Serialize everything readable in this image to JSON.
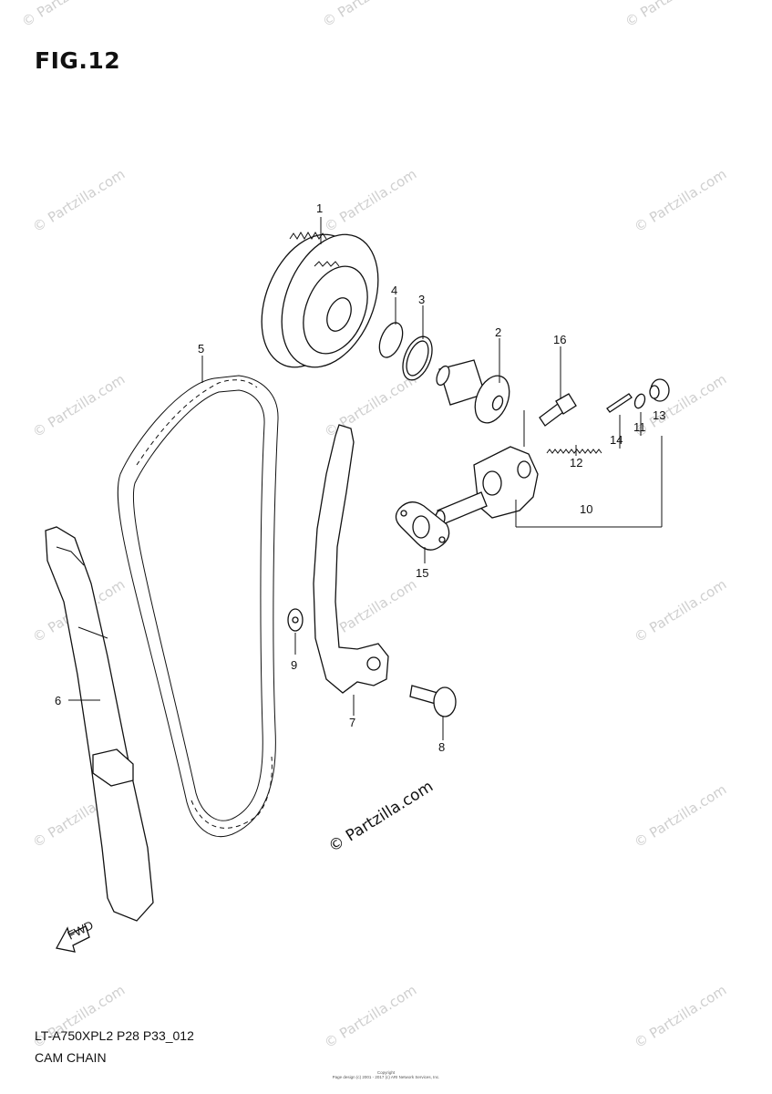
{
  "figure": {
    "title": "FIG.12",
    "model_code": "LT-A750XPL2 P28 P33_012",
    "name": "CAM CHAIN"
  },
  "callouts": [
    "1",
    "2",
    "3",
    "4",
    "5",
    "6",
    "7",
    "8",
    "9",
    "10",
    "11",
    "12",
    "13",
    "14",
    "15",
    "16"
  ],
  "watermark": {
    "text": "© Partzilla.com",
    "main": "© Partzilla.com"
  },
  "fwd_label": "FWD",
  "copyright": {
    "line1": "Copyright",
    "line2": "Page design (c) 2001 - 2017 (c) ARI Network Services, Inc."
  }
}
